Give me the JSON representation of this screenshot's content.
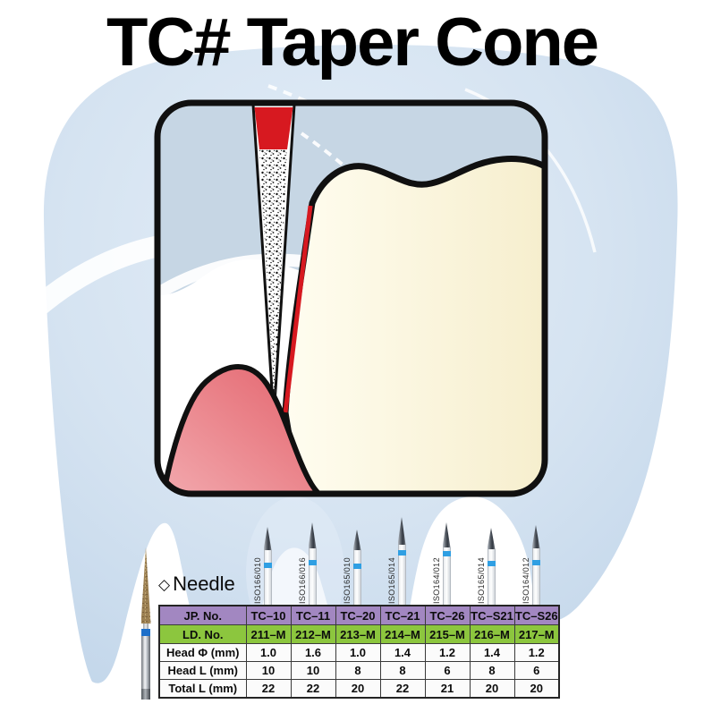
{
  "title": "TC# Taper Cone",
  "needle": {
    "symbol": "◇",
    "label": "Needle"
  },
  "burs": [
    {
      "iso": "ISO166/010"
    },
    {
      "iso": "ISO166/016"
    },
    {
      "iso": "ISO165/010"
    },
    {
      "iso": "ISO165/014"
    },
    {
      "iso": "ISO164/012"
    },
    {
      "iso": "ISO165/014"
    },
    {
      "iso": "ISO164/012"
    }
  ],
  "table": {
    "rows": [
      {
        "label": "JP. No.",
        "values": [
          "TC–10",
          "TC–11",
          "TC–20",
          "TC–21",
          "TC–26",
          "TC–S21",
          "TC–S26"
        ]
      },
      {
        "label": "LD. No.",
        "values": [
          "211–M",
          "212–M",
          "213–M",
          "214–M",
          "215–M",
          "216–M",
          "217–M"
        ]
      },
      {
        "label": "Head Φ (mm)",
        "values": [
          "1.0",
          "1.6",
          "1.0",
          "1.4",
          "1.2",
          "1.4",
          "1.2"
        ]
      },
      {
        "label": "Head L (mm)",
        "values": [
          "10",
          "10",
          "8",
          "8",
          "6",
          "8",
          "6"
        ]
      },
      {
        "label": "Total L (mm)",
        "values": [
          "22",
          "22",
          "20",
          "22",
          "21",
          "20",
          "20"
        ]
      }
    ]
  },
  "colors": {
    "jp_row_bg": "#a287c1",
    "ld_row_bg": "#8cc63e",
    "bur_band_blue": "#2f9fe3",
    "diagram_red": "#d71920",
    "tooth_cream": "#fbf4da",
    "gum_pink": "#e97f86",
    "watermark_blue": "#d5e3f1",
    "title_color": "#000000"
  }
}
